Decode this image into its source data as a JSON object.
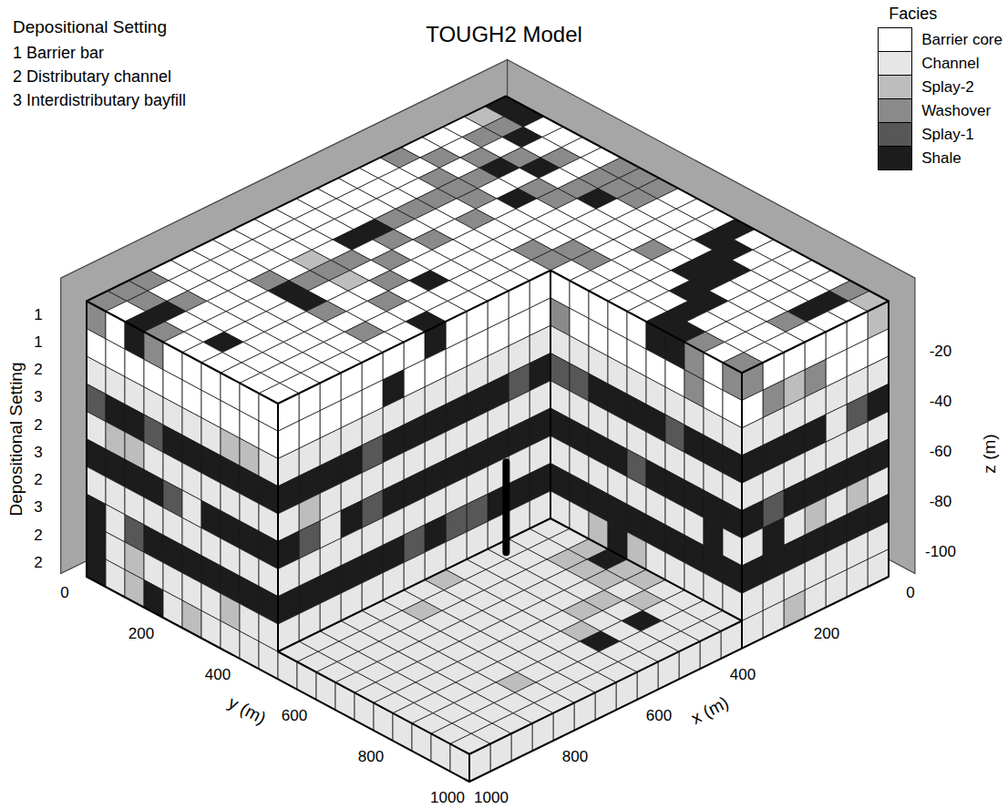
{
  "diagram": {
    "title": "TOUGH2 Model",
    "labels": [
      "Depositional Setting",
      "1 Barrier bar",
      "2 Distributary channel",
      "3 Interdistributary bayfill",
      "Facies",
      "Depositional Setting",
      "1",
      "1",
      "2",
      "3",
      "2",
      "3",
      "2",
      "3",
      "2",
      "2",
      "-20",
      "-40",
      "-60",
      "-80",
      "-100",
      "z (m)",
      "0",
      "200",
      "400",
      "600",
      "800",
      "1000",
      "y (m)",
      "0",
      "200",
      "400",
      "600",
      "800",
      "1000",
      "x (m)"
    ],
    "legend": [
      {
        "text": "Barrier core",
        "color": "#ffffff"
      },
      {
        "text": "Channel",
        "color": "#e6e6e6"
      },
      {
        "text": "Splay-2",
        "color": "#bdbdbd"
      },
      {
        "text": "Washover",
        "color": "#8a8a8a"
      },
      {
        "text": "Splay-1",
        "color": "#575757"
      },
      {
        "text": "Shale",
        "color": "#1c1c1c"
      }
    ]
  }
}
